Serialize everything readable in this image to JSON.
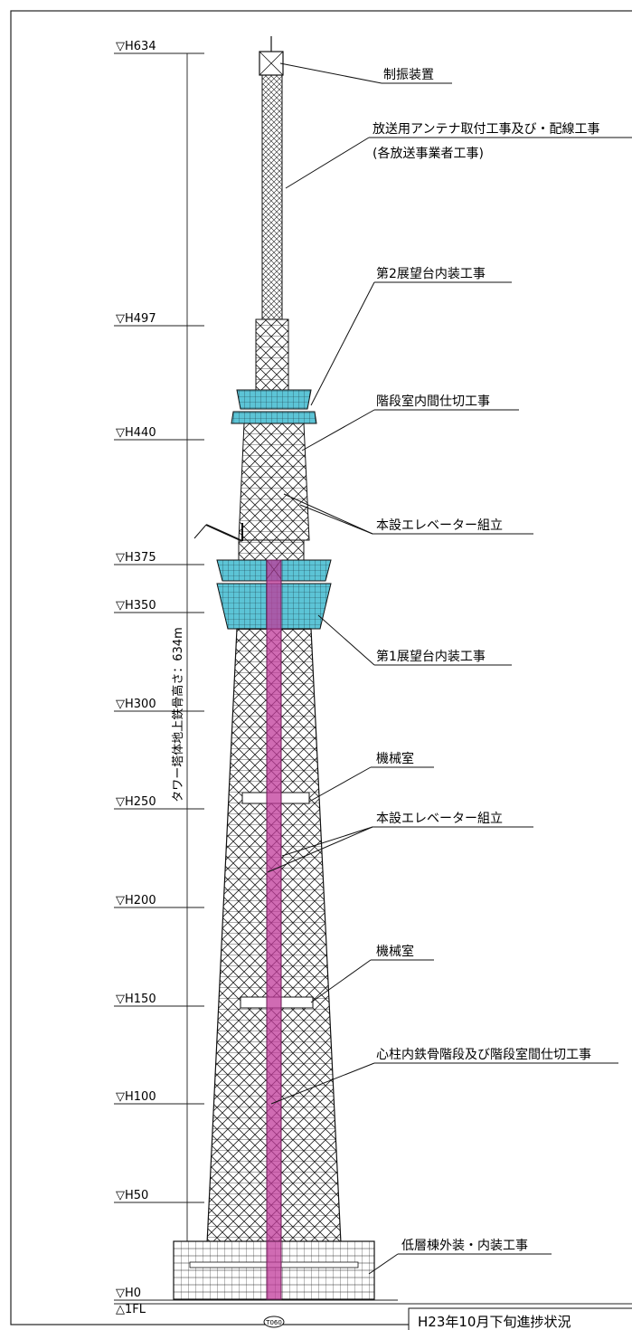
{
  "levels": [
    {
      "label": "▽H634",
      "value": 634
    },
    {
      "label": "▽H497",
      "value": 497
    },
    {
      "label": "▽H440",
      "value": 440
    },
    {
      "label": "▽H375",
      "value": 375
    },
    {
      "label": "▽H350",
      "value": 350
    },
    {
      "label": "▽H300",
      "value": 300
    },
    {
      "label": "▽H250",
      "value": 250
    },
    {
      "label": "▽H200",
      "value": 200
    },
    {
      "label": "▽H150",
      "value": 150
    },
    {
      "label": "▽H100",
      "value": 100
    },
    {
      "label": "▽H50",
      "value": 50
    },
    {
      "label": "▽H0",
      "value": 0
    }
  ],
  "ground_label": "△1FL",
  "height_note": "タワー塔体地上鉄骨高さ：634m",
  "annotations": [
    "制振装置",
    "放送用アンテナ取付工事及び・配線工事",
    "(各放送事業者工事)",
    "第2展望台内装工事",
    "階段室内間仕切工事",
    "本設エレベーター組立",
    "第1展望台内装工事",
    "機械室",
    "本設エレベーター組立",
    "機械室",
    "心柱内鉄骨階段及び階段室間仕切工事",
    "低層棟外装・内装工事"
  ],
  "grid_mark": "T060",
  "status_text": "H23年10月下旬進捗状況",
  "colors": {
    "deck": "#4fb8cc",
    "core": "#c0399a",
    "line": "#1a1a1a"
  }
}
